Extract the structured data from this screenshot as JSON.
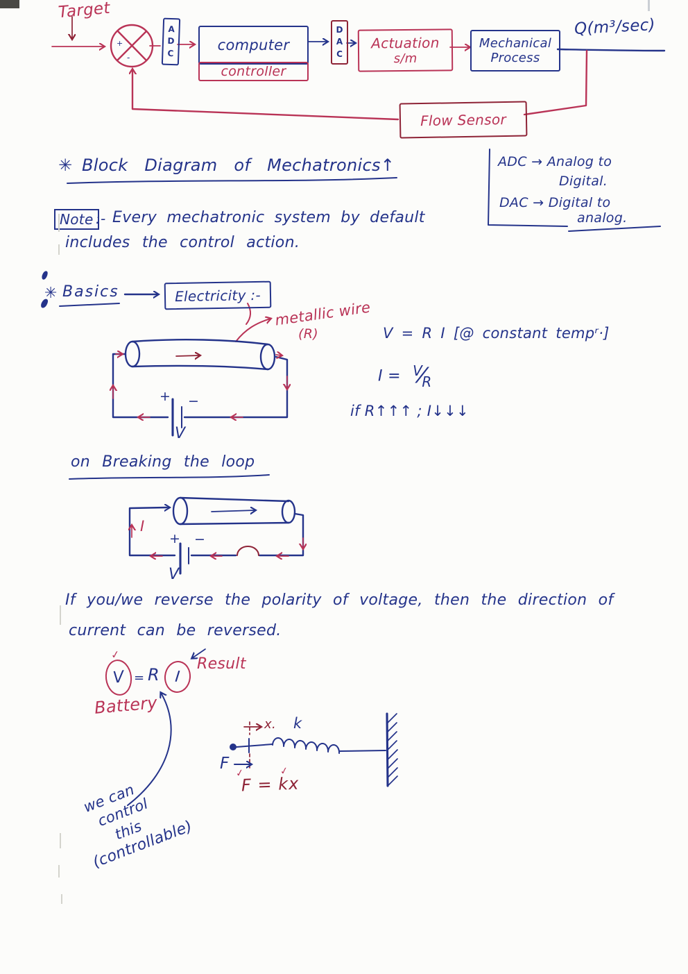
{
  "colors": {
    "ink_blue": "#24338a",
    "ink_red": "#b93356",
    "ink_maroon": "#8e2336",
    "paper": "#fcfcfa"
  },
  "block_diagram": {
    "target_label": "Target",
    "sum_plus": "+",
    "sum_minus": "-",
    "adc_letters": [
      "A",
      "D",
      "C"
    ],
    "computer_label": "computer",
    "controller_label": "controller",
    "dac_letters": [
      "D",
      "A",
      "C"
    ],
    "actuation_line1": "Actuation",
    "actuation_line2": "s/m",
    "mechanical_line1": "Mechanical",
    "mechanical_line2": "Process",
    "output_label": "Q(m³/sec)",
    "flow_sensor_label": "Flow Sensor"
  },
  "heading": {
    "bullet": "✳",
    "text": "Block Diagram of Mechatronics↑"
  },
  "legend": {
    "adc_line1": "ADC → Analog to",
    "adc_line2": "Digital.",
    "dac_line1": "DAC → Digital to",
    "dac_line2": "analog."
  },
  "note": {
    "label": "Note",
    "colon": ":-",
    "line1": "Every mechatronic system by default",
    "line2": "includes the control action."
  },
  "basics": {
    "bullet": "✳",
    "label": "Basics",
    "box_label": "Electricity :-"
  },
  "circuit1": {
    "wire_label": "metallic wire",
    "resistance_label": "(R)",
    "plus": "+",
    "minus": "−",
    "voltage_label": "V"
  },
  "equations": {
    "ohms_law": "V = R I   [@ constant tempʳ·]",
    "current_lhs": "I  =",
    "fraction_num": "V",
    "fraction_slash": "⁄",
    "fraction_den": "R",
    "relation": "if   R↑↑↑  ;    I↓↓↓"
  },
  "breaking": {
    "title": "on Breaking the loop"
  },
  "circuit2": {
    "current_label": "I",
    "plus": "+",
    "minus": "−",
    "voltage_label": "V"
  },
  "paragraph": {
    "line1": "If you/we reverse the polarity of voltage, then the direction of",
    "line2": "current can be reversed."
  },
  "result": {
    "check": "✓",
    "v": "V",
    "equals": "=",
    "r": "R",
    "i": "I",
    "result_label": "Result",
    "battery_label": "Battery"
  },
  "spring": {
    "x_label": "x.",
    "k_label": "k",
    "force_label": "F",
    "formula": "F = kx",
    "check": "✓"
  },
  "control_note": {
    "line1": "we can",
    "line2": "control",
    "line3": "this",
    "line4": "(controllable)"
  }
}
